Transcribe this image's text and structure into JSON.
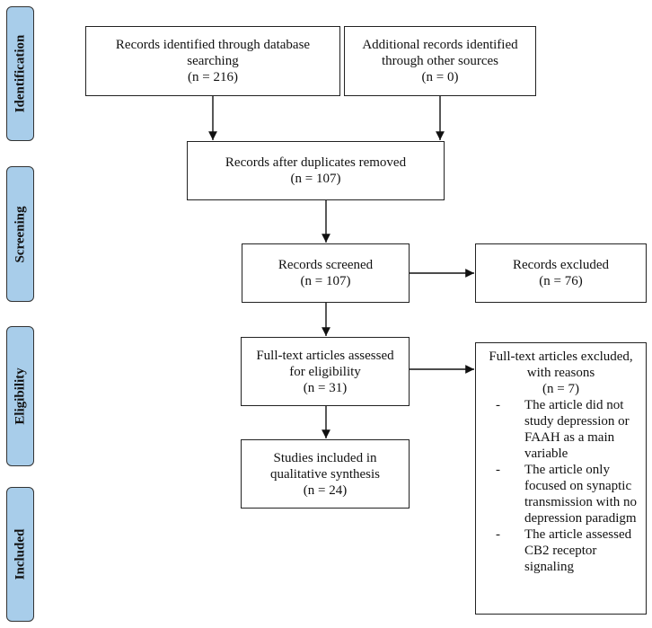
{
  "phases": {
    "identification": "Identification",
    "screening": "Screening",
    "eligibility": "Eligibility",
    "included": "Included"
  },
  "boxes": {
    "database": {
      "line1": "Records identified through database",
      "line2": "searching",
      "count": "(n = 216)"
    },
    "other_sources": {
      "line1": "Additional records identified",
      "line2": "through other sources",
      "count": "(n = 0)"
    },
    "duplicates_removed": {
      "line1": "Records after duplicates removed",
      "count": "(n = 107)"
    },
    "screened": {
      "line1": "Records screened",
      "count": "(n = 107)"
    },
    "excluded": {
      "line1": "Records excluded",
      "count": "(n = 76)"
    },
    "fulltext_assessed": {
      "line1": "Full-text articles assessed",
      "line2": "for eligibility",
      "count": "(n = 31)"
    },
    "included_studies": {
      "line1": "Studies included in",
      "line2": "qualitative synthesis",
      "count": "(n = 24)"
    },
    "fulltext_excluded": {
      "line1": "Full-text articles excluded,",
      "line2": "with reasons",
      "count": "(n = 7)",
      "bullet": "-",
      "reasons": [
        "The article did not study depression or FAAH as a main variable",
        "The article only focused on synaptic transmission with no depression paradigm",
        "The article assessed CB2 receptor signaling"
      ]
    }
  }
}
